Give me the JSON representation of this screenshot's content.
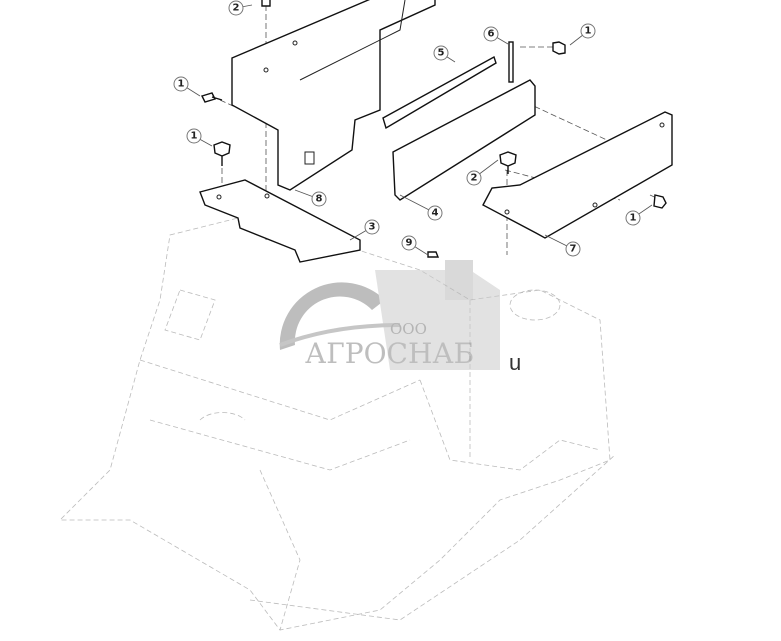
{
  "diagram": {
    "callouts": [
      {
        "id": "c1",
        "label": "2"
      },
      {
        "id": "c2",
        "label": "1"
      },
      {
        "id": "c3",
        "label": "6"
      },
      {
        "id": "c4",
        "label": "5"
      },
      {
        "id": "c5",
        "label": "1"
      },
      {
        "id": "c6",
        "label": "1"
      },
      {
        "id": "c7",
        "label": "2"
      },
      {
        "id": "c8",
        "label": "8"
      },
      {
        "id": "c9",
        "label": "4"
      },
      {
        "id": "c10",
        "label": "1"
      },
      {
        "id": "c11",
        "label": "3"
      },
      {
        "id": "c12",
        "label": "9"
      },
      {
        "id": "c13",
        "label": "7"
      }
    ]
  },
  "watermark": {
    "prefix": "ООО",
    "name": "АГРОСНАБ"
  },
  "stray_text": "u",
  "colors": {
    "line": "#111111",
    "frame": "#bbbbbb",
    "watermark": "#9a9a9a"
  }
}
